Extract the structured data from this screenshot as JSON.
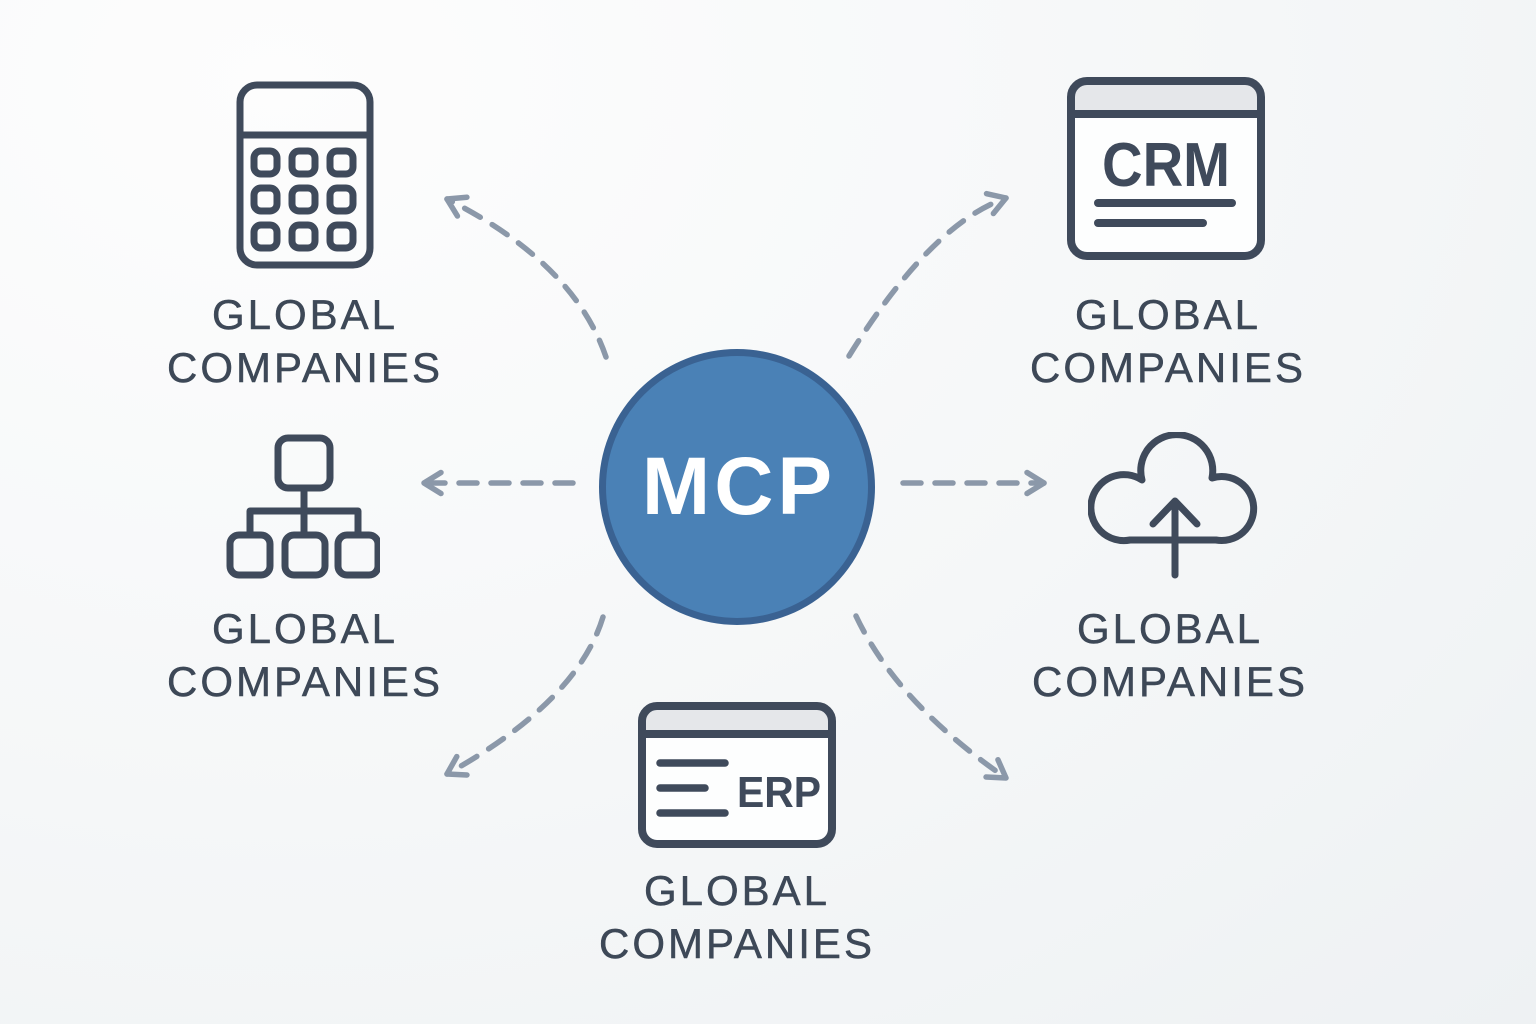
{
  "diagram": {
    "hub": {
      "label": "MCP"
    },
    "nodes": [
      {
        "id": "calculator",
        "icon": "calculator-icon",
        "label_line1": "GLOBAL",
        "label_line2": "COMPANIES"
      },
      {
        "id": "crm",
        "icon": "crm-window-icon",
        "icon_label": "CRM",
        "label_line1": "GLOBAL",
        "label_line2": "COMPANIES"
      },
      {
        "id": "org-chart",
        "icon": "org-chart-icon",
        "label_line1": "GLOBAL",
        "label_line2": "COMPANIES"
      },
      {
        "id": "cloud-upload",
        "icon": "cloud-upload-icon",
        "label_line1": "GLOBAL",
        "label_line2": "COMPANIES"
      },
      {
        "id": "erp",
        "icon": "erp-window-icon",
        "icon_label": "ERP",
        "label_line1": "GLOBAL",
        "label_line2": "COMPANIES"
      }
    ],
    "colors": {
      "background": "#f5f7f8",
      "hub_fill": "#4a81b6",
      "hub_border": "#3a6292",
      "hub_text": "#ffffff",
      "icon_stroke": "#3f4a5b",
      "icon_fill_light": "#e5e7ea",
      "icon_fill_white": "#fdfefe",
      "arrow": "#8b98a9",
      "label_text": "#3d4857"
    }
  }
}
